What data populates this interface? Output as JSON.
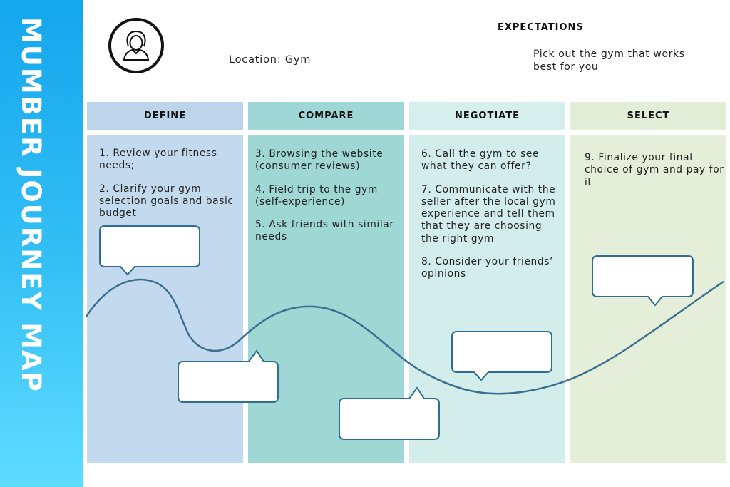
{
  "sidebar": {
    "title": "MUMBER JOURNEY MAP"
  },
  "profile": {
    "avatar_icon": "user-icon",
    "location": "Location: Gym"
  },
  "expectations": {
    "heading": "EXPECTATIONS",
    "text": "Pick out the gym that works best for you"
  },
  "stages": [
    {
      "name": "DEFINE",
      "header_color": "#bcd5ea",
      "body_color": "#c3daee",
      "steps": [
        "1. Review your fitness needs;",
        "2. Clarify your gym selection goals and basic budget"
      ]
    },
    {
      "name": "COMPARE",
      "header_color": "#9ed7d6",
      "body_color": "#9fd7d5",
      "steps": [
        "3. Browsing the website (consumer reviews)",
        "4. Field trip to the gym (self-experience)",
        "5. Ask friends with similar needs"
      ]
    },
    {
      "name": "NEGOTIATE",
      "header_color": "#d6efec",
      "body_color": "#d2edea",
      "steps": [
        "6. Call the gym to see what they can offer?",
        "7. Communicate with the seller after the local gym experience and tell them that they are choosing the right gym",
        "8. Consider your friends’ opinions"
      ]
    },
    {
      "name": "SELECT",
      "header_color": "#e3eed8",
      "body_color": "#e4eed8",
      "steps": [
        "9. Finalize your final choice of gym and pay for it"
      ]
    }
  ],
  "colors": {
    "accent": "#1aa9ef",
    "curve": "#3a6f8f",
    "bubble_border": "#2d6d92"
  }
}
